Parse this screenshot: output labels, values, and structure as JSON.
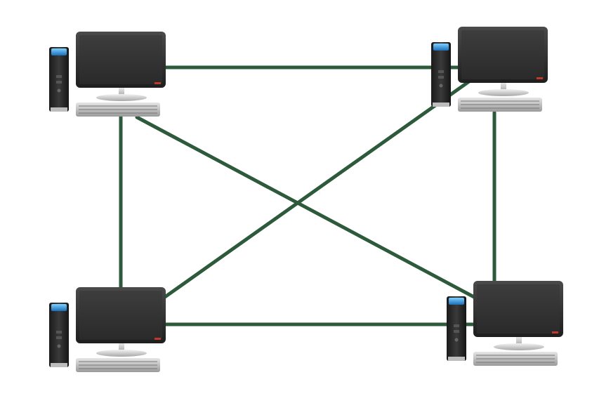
{
  "diagram": {
    "type": "mesh-network-topology",
    "link_color": "#2d5a3a",
    "nodes": [
      {
        "id": "pc-top-left",
        "icon": "desktop-computer-icon"
      },
      {
        "id": "pc-top-right",
        "icon": "desktop-computer-icon"
      },
      {
        "id": "pc-bottom-left",
        "icon": "desktop-computer-icon"
      },
      {
        "id": "pc-bottom-right",
        "icon": "desktop-computer-icon"
      }
    ],
    "links": [
      {
        "from": "pc-top-left",
        "to": "pc-top-right"
      },
      {
        "from": "pc-top-left",
        "to": "pc-bottom-left"
      },
      {
        "from": "pc-top-left",
        "to": "pc-bottom-right"
      },
      {
        "from": "pc-top-right",
        "to": "pc-bottom-left"
      },
      {
        "from": "pc-top-right",
        "to": "pc-bottom-right"
      },
      {
        "from": "pc-bottom-left",
        "to": "pc-bottom-right"
      }
    ]
  }
}
